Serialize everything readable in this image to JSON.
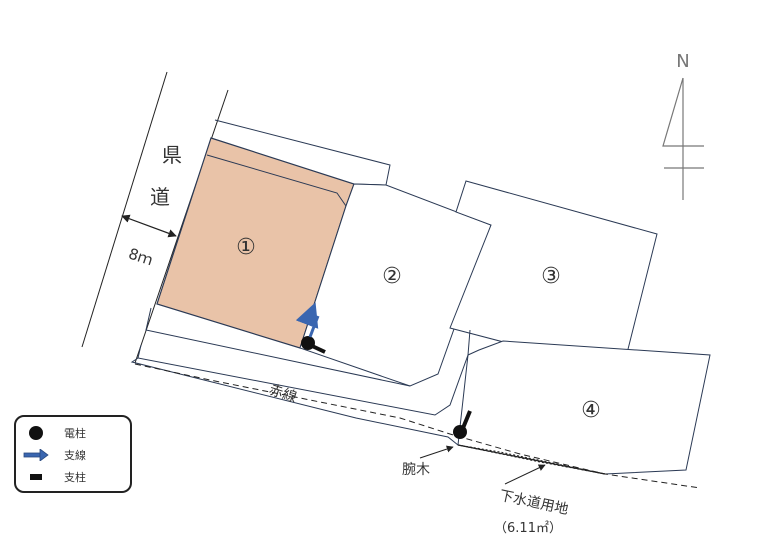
{
  "road": {
    "name_char1": "県",
    "name_char2": "道",
    "width_label": "8ｍ"
  },
  "lots": [
    {
      "label": "①",
      "fill": "#e9c3a8",
      "highlighted": true
    },
    {
      "label": "②",
      "fill": "#ffffff",
      "highlighted": false
    },
    {
      "label": "③",
      "fill": "#ffffff",
      "highlighted": false
    },
    {
      "label": "④",
      "fill": "#ffffff",
      "highlighted": false
    }
  ],
  "north": {
    "label": "N"
  },
  "labels": {
    "red_line": "赤線",
    "crossarm": "腕木",
    "sewer_land": "下水道用地",
    "sewer_area": "（6.11㎡）"
  },
  "legend": {
    "items": [
      {
        "symbol": "dot-icon",
        "label": "電柱"
      },
      {
        "symbol": "arrow-icon",
        "label": "支線"
      },
      {
        "symbol": "bar-icon",
        "label": "支柱"
      }
    ]
  },
  "colors": {
    "lot_outline": "#2b3a55",
    "highlight_fill": "#e9c3a8",
    "arrow_blue": "#3a66b0",
    "line_dark": "#222222"
  }
}
